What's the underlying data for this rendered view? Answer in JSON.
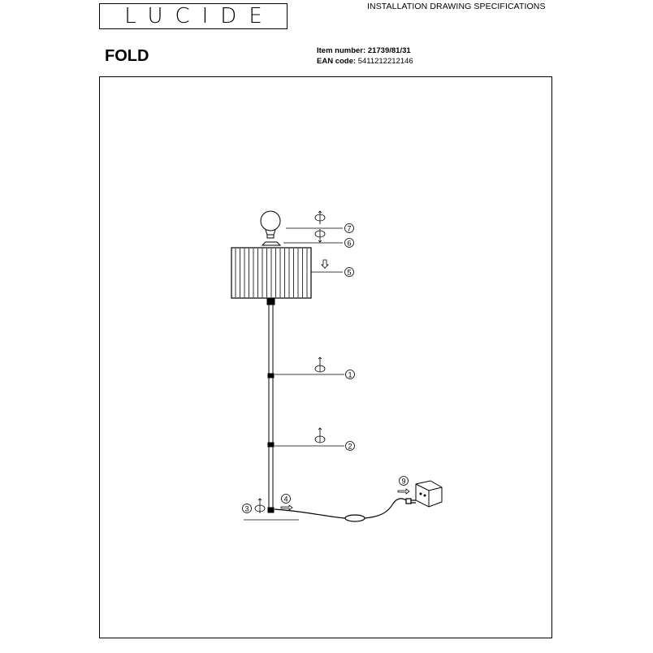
{
  "header": {
    "logo_text": "LUCIDE",
    "doc_type": "INSTALLATION DRAWING SPECIFICATIONS",
    "product_name": "FOLD",
    "item_number_label": "Item number:",
    "item_number_value": "21739/81/31",
    "ean_label": "EAN code:",
    "ean_value": "5411212212146"
  },
  "steps": [
    "1",
    "2",
    "3",
    "4",
    "5",
    "6",
    "7",
    "9"
  ],
  "icons": {
    "rotate": "rotate-arrow-icon",
    "push": "push-arrow-icon",
    "down": "down-arrow-icon"
  }
}
